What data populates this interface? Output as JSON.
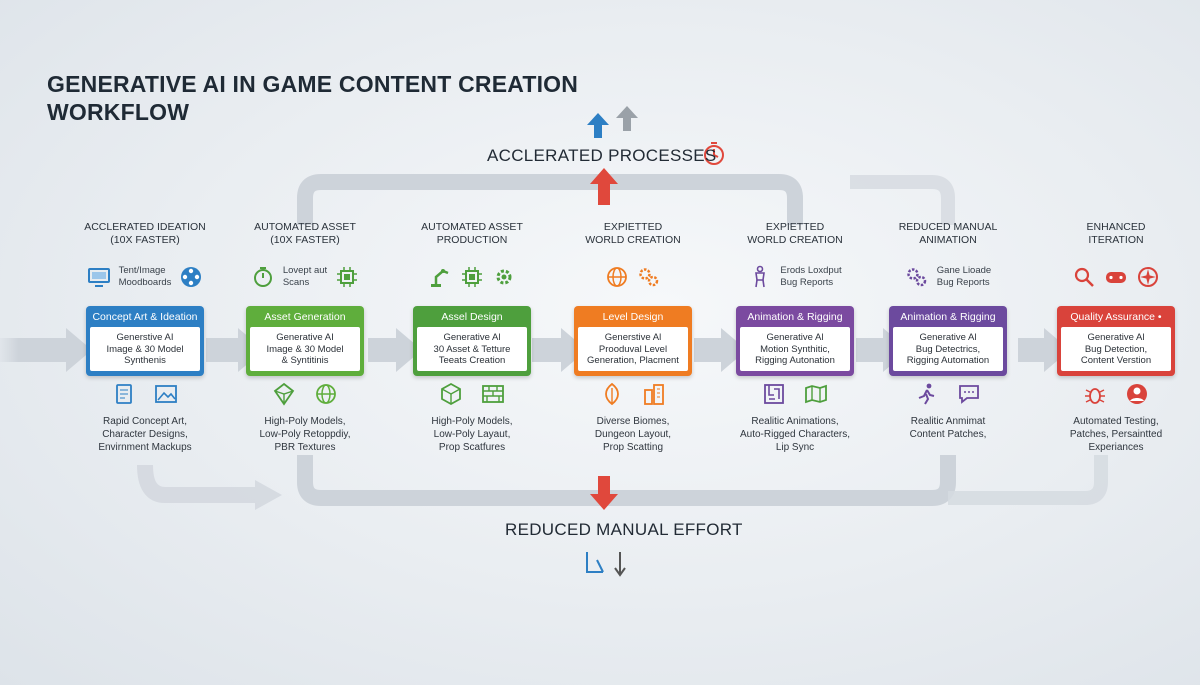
{
  "title": "GENERATIVE AI IN GAME CONTENT CREATION WORKFLOW",
  "banner_top": "ACCLERATED PROCESSES",
  "banner_bottom": "REDUCED MANUAL EFFORT",
  "colors": {
    "blue": "#2d7fc4",
    "green": "#5fae3c",
    "olive_green": "#4e9f3d",
    "orange": "#ef7c22",
    "purple": "#7b4aa0",
    "violet": "#6c4a9e",
    "red": "#d9433b",
    "arrow_gray": "#c8ced6"
  },
  "stages": [
    {
      "header": "ACCLERATED IDEATION\n(10X FASTER)",
      "icons": [
        "monitor-icon",
        "film-reel-icon"
      ],
      "icon_text": "Tent/Image\nMoodboards",
      "card_title": "Concept Art & Ideation",
      "card_body": "Generstive AI\nImage & 30 Model\nSynthenis",
      "bottom_icons": [
        "document-icon",
        "image-icon"
      ],
      "outcome": "Rapid Concept Art,\nCharacter Designs,\nEnvirnment Mackups"
    },
    {
      "header": "AUTOMATED ASSET\n(10X FASTER)",
      "icons": [
        "stopwatch-icon",
        "chip-icon"
      ],
      "icon_text": "Lovept aut\nScans",
      "card_title": "Asset Generation",
      "card_body": "Generative AI\nImage & 30 Model\n& Syntitinis",
      "bottom_icons": [
        "gem-icon",
        "globe-icon"
      ],
      "outcome": "High-Poly Models,\nLow-Poly Retoppdiy,\nPBR Textures"
    },
    {
      "header": "AUTOMATED ASSET\nPRODUCTION",
      "icons": [
        "robot-arm-icon",
        "chip-icon",
        "gear-icon"
      ],
      "icon_text": "",
      "card_title": "Assel Design",
      "card_body": "Generative Al\n30 Asset & Tetture\nTeeats Creation",
      "bottom_icons": [
        "cube-icon",
        "brick-wall-icon"
      ],
      "outcome": "High-Poly Models,\nLow-Poly Layaut,\nProp Scatfures"
    },
    {
      "header": "EXPIETTED\nWORLD CREATION",
      "icons": [
        "globe-icon",
        "gears-icon"
      ],
      "icon_text": "",
      "card_title": "Level Design",
      "card_body": "Generstive Al\nProoduval Level\nGeneration, Placment",
      "bottom_icons": [
        "leaf-icon",
        "buildings-icon"
      ],
      "outcome": "Diverse Biomes,\nDungeon Layout,\nProp Scatting"
    },
    {
      "header": "EXPIETTED\nWORLD CREATION",
      "icons": [
        "character-icon"
      ],
      "icon_text": "Erods Loxdput\nBug Reports",
      "card_title": "Animation & Rigging",
      "card_body": "Generative Al\nMotion Synthitic,\nRigging Autonation",
      "bottom_icons": [
        "maze-icon",
        "map-icon"
      ],
      "outcome": "Realitic Animations,\nAuto-Rigged Characters,\nLip Sync"
    },
    {
      "header": "REDUCED MANUAL\nANIMATION",
      "icons": [
        "gears-icon"
      ],
      "icon_text": "Gane Lioade\nBug Reports",
      "card_title": "Animation & Rigging",
      "card_body": "Generative Al\nBug Detectrics,\nRigging Automation",
      "bottom_icons": [
        "running-person-icon",
        "chat-icon"
      ],
      "outcome": "Realitic Anmimat\nContent Patches,"
    },
    {
      "header": "ENHANCED\nITERATION",
      "icons": [
        "magnifier-icon",
        "gamepad-icon",
        "compass-icon"
      ],
      "icon_text": "",
      "card_title": "Quality Assurance •",
      "card_body": "Generative Al\nBug Detection,\nContent Verstion",
      "bottom_icons": [
        "bug-icon",
        "user-icon"
      ],
      "outcome": "Automated Testing,\nPatches, Persaintted\nExperiances"
    }
  ]
}
